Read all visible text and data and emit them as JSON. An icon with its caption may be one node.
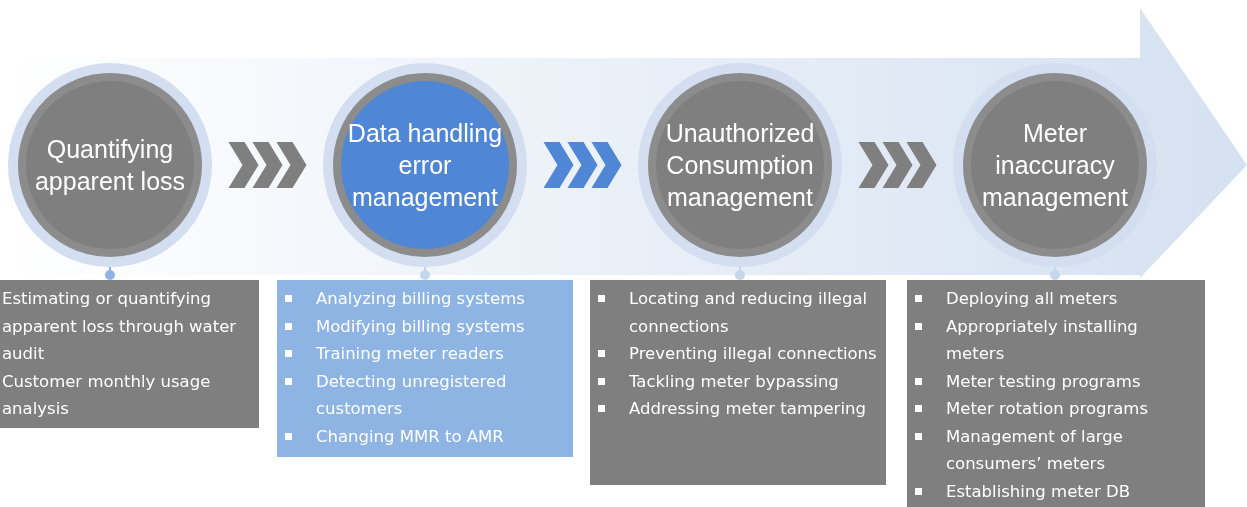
{
  "diagram": {
    "nodes": [
      {
        "text": [
          "Quantifying apparent loss"
        ]
      },
      {
        "text": [
          "Data handling error management"
        ]
      },
      {
        "text": [
          "Unauthorized Consumption management"
        ]
      },
      {
        "text": [
          "Meter inaccuracy management"
        ]
      },
      {
        "text": [
          "Estimating or quantifying apparent loss through water audit",
          "Customer monthly usage analysis"
        ]
      },
      {
        "text": [
          "Analyzing billing systems",
          "Modifying billing systems",
          "Training meter readers",
          "Detecting unregistered customers",
          "Changing MMR to AMR"
        ]
      },
      {
        "text": [
          "Locating and reducing illegal connections",
          "Preventing illegal connections",
          "Tackling meter bypassing",
          "Addressing meter tampering"
        ]
      },
      {
        "text": [
          "Deploying all meters",
          "Appropriately installing meters",
          "Meter testing programs",
          "Meter rotation programs",
          "Management of large consumers’ meters",
          "Establishing meter DB"
        ]
      }
    ],
    "edges": [
      {
        "from": 0,
        "to": 1,
        "arrow": "to"
      },
      {
        "from": 1,
        "to": 2,
        "arrow": "to",
        "color": "#4f86d6"
      },
      {
        "from": 2,
        "to": 3,
        "arrow": "to"
      },
      {
        "from": 0,
        "to": 4,
        "arrow": "other",
        "color": "#8eb4e3"
      },
      {
        "from": 1,
        "to": 5,
        "arrow": "other",
        "color": "#c6d6ec"
      },
      {
        "from": 2,
        "to": 6,
        "arrow": "other",
        "color": "#c6d6ec"
      },
      {
        "from": 3,
        "to": 7,
        "arrow": "other",
        "color": "#c6d6ec"
      }
    ]
  }
}
